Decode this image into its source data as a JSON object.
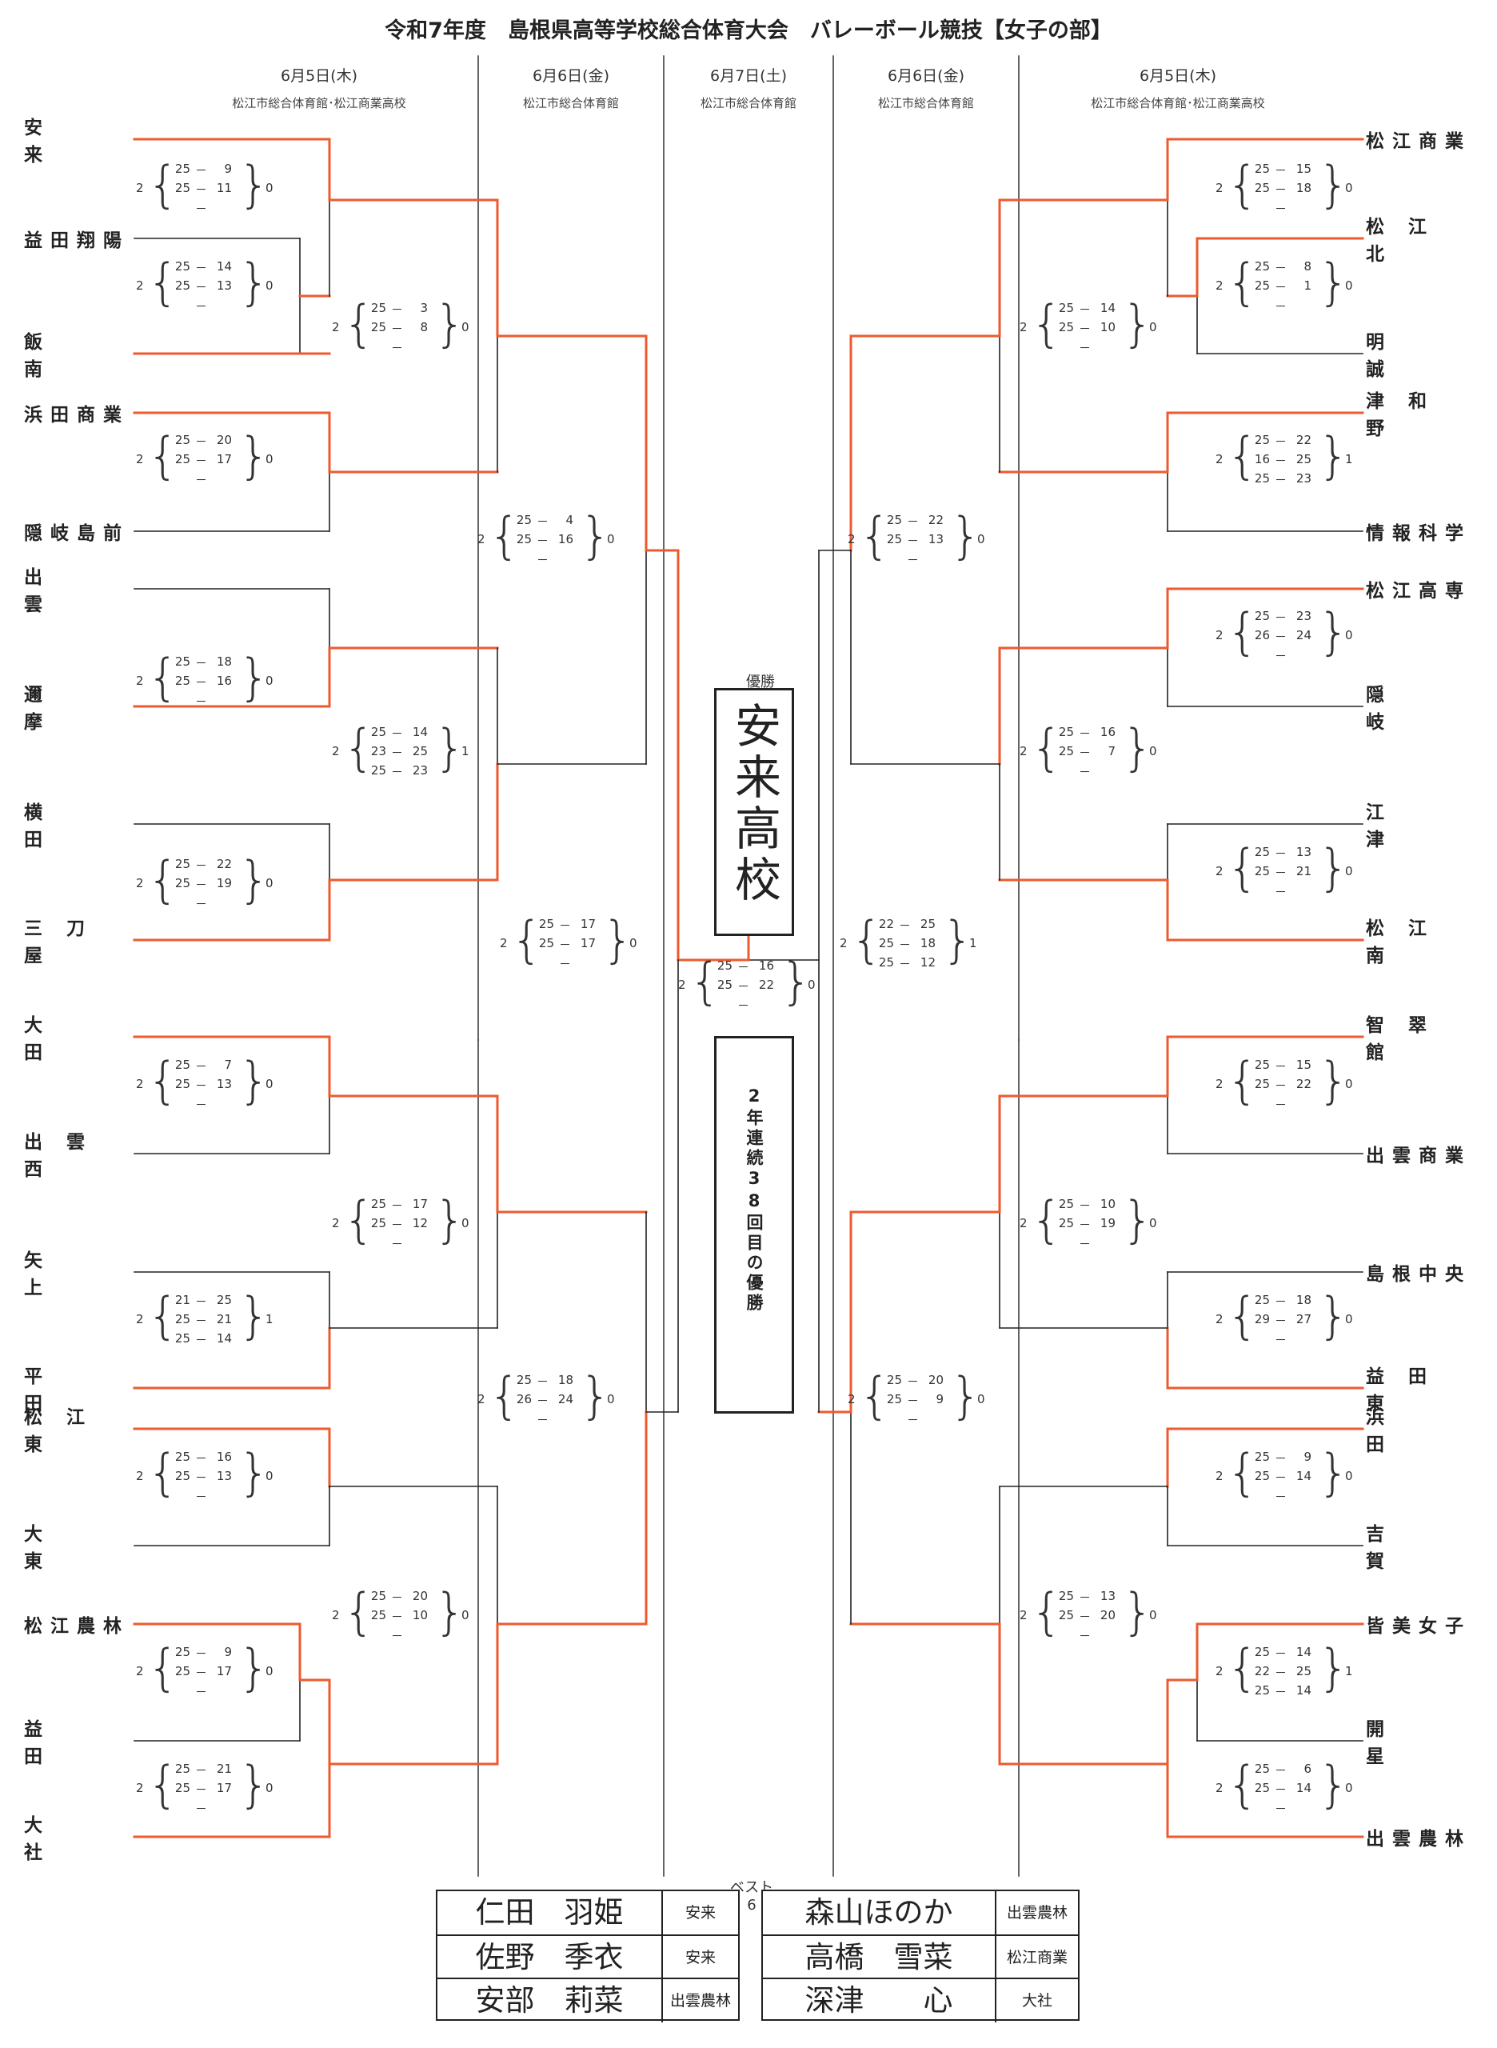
{
  "title": "令和7年度　島根県高等学校総合体育大会　バレーボール競技【女子の部】",
  "columns": [
    {
      "date": "6月5日(木)",
      "venue": "松江市総合体育館･松江商業高校"
    },
    {
      "date": "6月6日(金)",
      "venue": "松江市総合体育館"
    },
    {
      "date": "6月7日(土)",
      "venue": "松江市総合体育館"
    },
    {
      "date": "6月6日(金)",
      "venue": "松江市総合体育館"
    },
    {
      "date": "6月5日(木)",
      "venue": "松江市総合体育館･松江商業高校"
    }
  ],
  "left_teams": [
    "安来",
    "益田翔陽",
    "飯南",
    "浜田商業",
    "隠岐島前",
    "出雲",
    "邇摩",
    "横田",
    "三刀屋",
    "大田",
    "出雲西",
    "矢上",
    "平田",
    "松江東",
    "大東",
    "松江農林",
    "益田",
    "大社"
  ],
  "right_teams": [
    "松江商業",
    "松江北",
    "明誠",
    "津和野",
    "情報科学",
    "松江高専",
    "隠岐",
    "江津",
    "松江南",
    "智翠館",
    "出雲商業",
    "島根中央",
    "益田東",
    "浜田",
    "吉賀",
    "皆美女子",
    "開星",
    "出雲農林"
  ],
  "scores": [
    {
      "w": "2",
      "l": "0",
      "sets": [
        [
          "25",
          "9"
        ],
        [
          "25",
          "11"
        ],
        [
          "",
          ""
        ]
      ]
    },
    {
      "w": "2",
      "l": "0",
      "sets": [
        [
          "25",
          "14"
        ],
        [
          "25",
          "13"
        ],
        [
          "",
          ""
        ]
      ]
    },
    {
      "w": "2",
      "l": "0",
      "sets": [
        [
          "25",
          "3"
        ],
        [
          "25",
          "8"
        ],
        [
          "",
          ""
        ]
      ]
    },
    {
      "w": "2",
      "l": "0",
      "sets": [
        [
          "25",
          "20"
        ],
        [
          "25",
          "17"
        ],
        [
          "",
          ""
        ]
      ]
    },
    {
      "w": "2",
      "l": "0",
      "sets": [
        [
          "25",
          "18"
        ],
        [
          "25",
          "16"
        ],
        [
          "",
          ""
        ]
      ]
    },
    {
      "w": "2",
      "l": "1",
      "sets": [
        [
          "25",
          "14"
        ],
        [
          "23",
          "25"
        ],
        [
          "25",
          "23"
        ]
      ]
    },
    {
      "w": "2",
      "l": "0",
      "sets": [
        [
          "25",
          "22"
        ],
        [
          "25",
          "19"
        ],
        [
          "",
          ""
        ]
      ]
    },
    {
      "w": "2",
      "l": "0",
      "sets": [
        [
          "25",
          "4"
        ],
        [
          "25",
          "16"
        ],
        [
          "",
          ""
        ]
      ]
    },
    {
      "w": "2",
      "l": "0",
      "sets": [
        [
          "25",
          "17"
        ],
        [
          "25",
          "17"
        ],
        [
          "",
          ""
        ]
      ]
    },
    {
      "w": "2",
      "l": "0",
      "sets": [
        [
          "25",
          "7"
        ],
        [
          "25",
          "13"
        ],
        [
          "",
          ""
        ]
      ]
    },
    {
      "w": "2",
      "l": "0",
      "sets": [
        [
          "25",
          "17"
        ],
        [
          "25",
          "12"
        ],
        [
          "",
          ""
        ]
      ]
    },
    {
      "w": "2",
      "l": "1",
      "sets": [
        [
          "21",
          "25"
        ],
        [
          "25",
          "21"
        ],
        [
          "25",
          "14"
        ]
      ]
    },
    {
      "w": "2",
      "l": "0",
      "sets": [
        [
          "25",
          "18"
        ],
        [
          "26",
          "24"
        ],
        [
          "",
          ""
        ]
      ]
    },
    {
      "w": "2",
      "l": "0",
      "sets": [
        [
          "25",
          "16"
        ],
        [
          "25",
          "13"
        ],
        [
          "",
          ""
        ]
      ]
    },
    {
      "w": "2",
      "l": "0",
      "sets": [
        [
          "25",
          "20"
        ],
        [
          "25",
          "10"
        ],
        [
          "",
          ""
        ]
      ]
    },
    {
      "w": "2",
      "l": "0",
      "sets": [
        [
          "25",
          "9"
        ],
        [
          "25",
          "17"
        ],
        [
          "",
          ""
        ]
      ]
    },
    {
      "w": "2",
      "l": "0",
      "sets": [
        [
          "25",
          "21"
        ],
        [
          "25",
          "17"
        ],
        [
          "",
          ""
        ]
      ]
    },
    {
      "w": "2",
      "l": "0",
      "sets": [
        [
          "25",
          "16"
        ],
        [
          "25",
          "22"
        ],
        [
          "",
          ""
        ]
      ]
    },
    {
      "w": "2",
      "l": "0",
      "sets": [
        [
          "25",
          "15"
        ],
        [
          "25",
          "18"
        ],
        [
          "",
          ""
        ]
      ]
    },
    {
      "w": "2",
      "l": "0",
      "sets": [
        [
          "25",
          "8"
        ],
        [
          "25",
          "1"
        ],
        [
          "",
          ""
        ]
      ]
    },
    {
      "w": "2",
      "l": "0",
      "sets": [
        [
          "25",
          "14"
        ],
        [
          "25",
          "10"
        ],
        [
          "",
          ""
        ]
      ]
    },
    {
      "w": "2",
      "l": "1",
      "sets": [
        [
          "25",
          "22"
        ],
        [
          "16",
          "25"
        ],
        [
          "25",
          "23"
        ]
      ]
    },
    {
      "w": "2",
      "l": "0",
      "sets": [
        [
          "25",
          "22"
        ],
        [
          "25",
          "13"
        ],
        [
          "",
          ""
        ]
      ]
    },
    {
      "w": "2",
      "l": "0",
      "sets": [
        [
          "25",
          "23"
        ],
        [
          "26",
          "24"
        ],
        [
          "",
          ""
        ]
      ]
    },
    {
      "w": "2",
      "l": "0",
      "sets": [
        [
          "25",
          "16"
        ],
        [
          "25",
          "7"
        ],
        [
          "",
          ""
        ]
      ]
    },
    {
      "w": "2",
      "l": "0",
      "sets": [
        [
          "25",
          "13"
        ],
        [
          "25",
          "21"
        ],
        [
          "",
          ""
        ]
      ]
    },
    {
      "w": "2",
      "l": "1",
      "sets": [
        [
          "22",
          "25"
        ],
        [
          "25",
          "18"
        ],
        [
          "25",
          "12"
        ]
      ]
    },
    {
      "w": "2",
      "l": "0",
      "sets": [
        [
          "25",
          "15"
        ],
        [
          "25",
          "22"
        ],
        [
          "",
          ""
        ]
      ]
    },
    {
      "w": "2",
      "l": "0",
      "sets": [
        [
          "25",
          "10"
        ],
        [
          "25",
          "19"
        ],
        [
          "",
          ""
        ]
      ]
    },
    {
      "w": "2",
      "l": "0",
      "sets": [
        [
          "25",
          "18"
        ],
        [
          "29",
          "27"
        ],
        [
          "",
          ""
        ]
      ]
    },
    {
      "w": "2",
      "l": "0",
      "sets": [
        [
          "25",
          "20"
        ],
        [
          "25",
          "9"
        ],
        [
          "",
          ""
        ]
      ]
    },
    {
      "w": "2",
      "l": "0",
      "sets": [
        [
          "25",
          "9"
        ],
        [
          "25",
          "14"
        ],
        [
          "",
          ""
        ]
      ]
    },
    {
      "w": "2",
      "l": "0",
      "sets": [
        [
          "25",
          "13"
        ],
        [
          "25",
          "20"
        ],
        [
          "",
          ""
        ]
      ]
    },
    {
      "w": "2",
      "l": "1",
      "sets": [
        [
          "25",
          "14"
        ],
        [
          "22",
          "25"
        ],
        [
          "25",
          "14"
        ]
      ]
    },
    {
      "w": "2",
      "l": "0",
      "sets": [
        [
          "25",
          "6"
        ],
        [
          "25",
          "14"
        ],
        [
          "",
          ""
        ]
      ]
    }
  ],
  "champion": {
    "label": "優勝",
    "name": "安来高校"
  },
  "streak_text": "2年連続38回目の優勝",
  "best6": {
    "label": "ベスト6",
    "players": [
      {
        "name": "仁田　羽姫",
        "school": "安来"
      },
      {
        "name": "佐野　季衣",
        "school": "安来"
      },
      {
        "name": "安部　莉菜",
        "school": "出雲農林"
      },
      {
        "name": "森山ほのか",
        "school": "出雲農林"
      },
      {
        "name": "高橋　雪菜",
        "school": "松江商業"
      },
      {
        "name": "深津　　心",
        "school": "大社"
      }
    ]
  },
  "colors": {
    "win_line": "#ee5a2e",
    "line": "#222222"
  }
}
